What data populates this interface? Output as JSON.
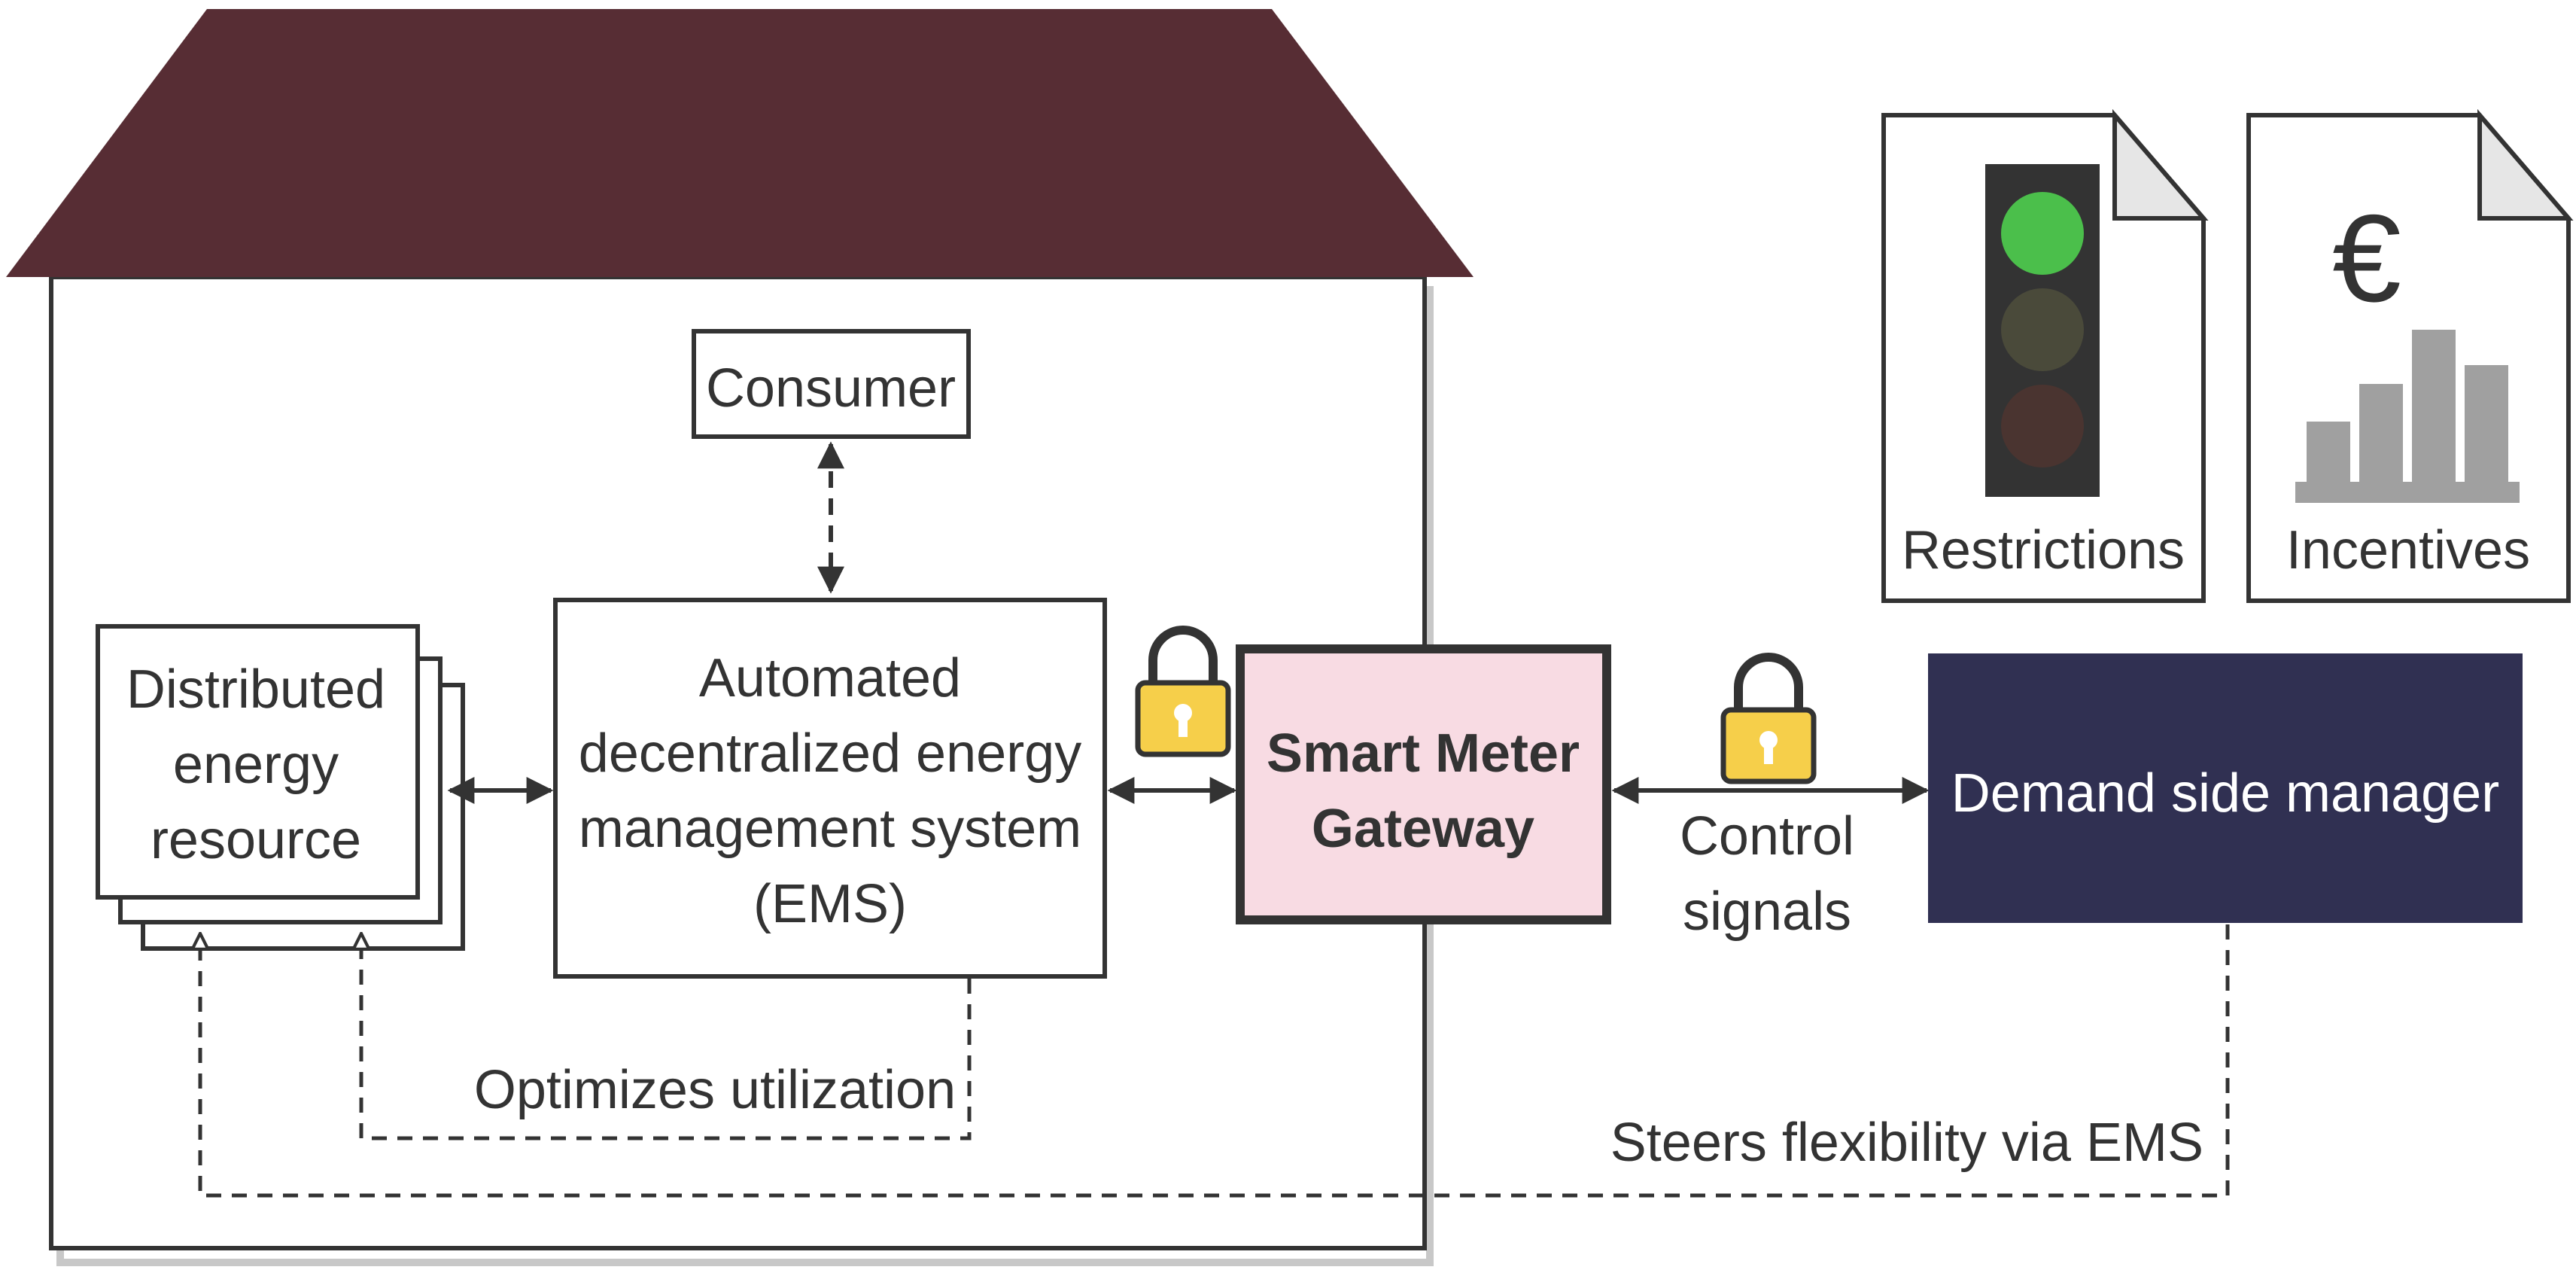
{
  "consumer": {
    "label": "Consumer"
  },
  "der": {
    "lines": [
      "Distributed",
      "energy",
      "resource"
    ]
  },
  "ems": {
    "lines": [
      "Automated",
      "decentralized energy",
      "management system",
      "(EMS)"
    ]
  },
  "smart_meter_gateway": {
    "lines": [
      "Smart Meter",
      "Gateway"
    ]
  },
  "demand_side_manager": {
    "label": "Demand side manager"
  },
  "control_signals": {
    "lines": [
      "Control",
      "signals"
    ]
  },
  "optimizes_utilization": {
    "label": "Optimizes utilization"
  },
  "steers_flexibility": {
    "label": "Steers flexibility via EMS"
  },
  "restrictions_doc": {
    "label": "Restrictions",
    "icon": "traffic-light-icon"
  },
  "incentives_doc": {
    "label": "Incentives",
    "icon": "euro-bar-chart-icon",
    "symbol": "€"
  },
  "colors": {
    "roof": "#572d34",
    "gateway_fill": "#f8dbe3",
    "demand_manager_fill": "#303052",
    "traffic_green": "#4bbf4b",
    "traffic_amber_dim": "#4a4a3a",
    "traffic_red_dim": "#4a3430",
    "lock_body": "#f6cf4a",
    "chart_bars": "#a0a0a0",
    "line": "#333333"
  }
}
